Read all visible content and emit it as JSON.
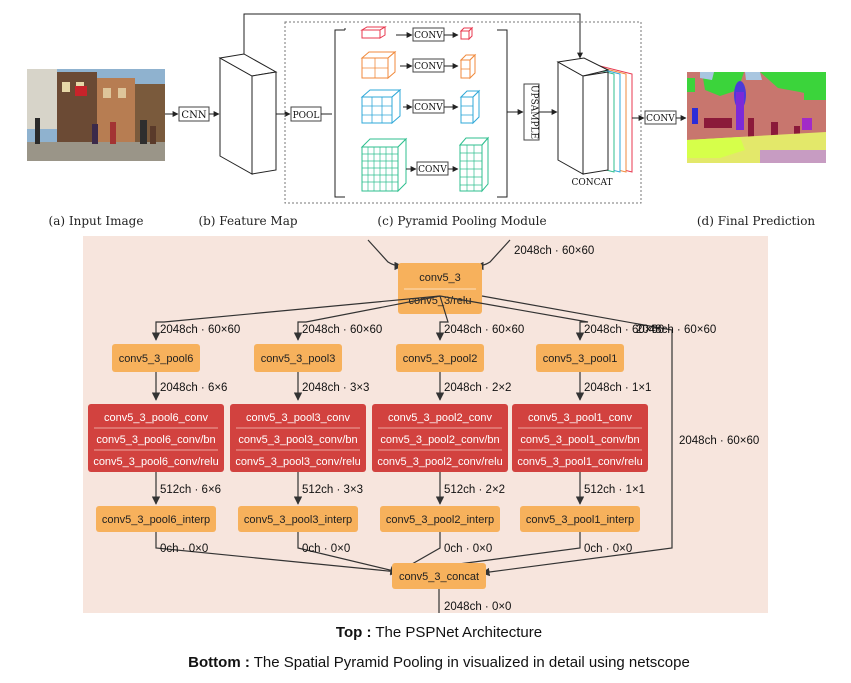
{
  "top": {
    "labels": {
      "input_image": "(a) Input Image",
      "feature_map": "(b) Feature Map",
      "ppm": "(c) Pyramid Pooling Module",
      "final_prediction": "(d) Final Prediction"
    },
    "blocks": {
      "cnn": "CNN",
      "pool": "POOL",
      "conv": "CONV",
      "upsample": "UPSAMPLE",
      "concat": "CONCAT",
      "final_conv": "CONV"
    },
    "colors": {
      "red": "#e8384f",
      "orange": "#f08a3c",
      "blue": "#2fa8d8",
      "green": "#2fbf8f"
    }
  },
  "bottom": {
    "input_edge": "2048ch · 60×60",
    "conv5_3": [
      "conv5_3",
      "conv5_3/relu"
    ],
    "branches": [
      {
        "in": "2048ch · 60×60",
        "pool": "conv5_3_pool6",
        "pool_out": "2048ch · 6×6",
        "conv": [
          "conv5_3_pool6_conv",
          "conv5_3_pool6_conv/bn",
          "conv5_3_pool6_conv/relu"
        ],
        "conv_out": "512ch · 6×6",
        "interp": "conv5_3_pool6_interp",
        "interp_out": "0ch · 0×0"
      },
      {
        "in": "2048ch · 60×60",
        "pool": "conv5_3_pool3",
        "pool_out": "2048ch · 3×3",
        "conv": [
          "conv5_3_pool3_conv",
          "conv5_3_pool3_conv/bn",
          "conv5_3_pool3_conv/relu"
        ],
        "conv_out": "512ch · 3×3",
        "interp": "conv5_3_pool3_interp",
        "interp_out": "0ch · 0×0"
      },
      {
        "in": "2048ch · 60×60",
        "pool": "conv5_3_pool2",
        "pool_out": "2048ch · 2×2",
        "conv": [
          "conv5_3_pool2_conv",
          "conv5_3_pool2_conv/bn",
          "conv5_3_pool2_conv/relu"
        ],
        "conv_out": "512ch · 2×2",
        "interp": "conv5_3_pool2_interp",
        "interp_out": "0ch · 0×0"
      },
      {
        "in": "2048ch · 60×60",
        "pool": "conv5_3_pool1",
        "pool_out": "2048ch · 1×1",
        "conv": [
          "conv5_3_pool1_conv",
          "conv5_3_pool1_conv/bn",
          "conv5_3_pool1_conv/relu"
        ],
        "conv_out": "512ch · 1×1",
        "interp": "conv5_3_pool1_interp",
        "interp_out": "0ch · 0×0"
      }
    ],
    "skip_top": "2048ch · 60×60",
    "skip_edge": "2048ch · 60×60",
    "concat": "conv5_3_concat",
    "concat_out": "2048ch · 0×0"
  },
  "captions": {
    "top_bold": "Top :",
    "top_text": " The PSPNet Architecture",
    "bottom_bold": "Bottom :",
    "bottom_text": " The Spatial Pyramid Pooling in visualized in detail using netscope"
  }
}
